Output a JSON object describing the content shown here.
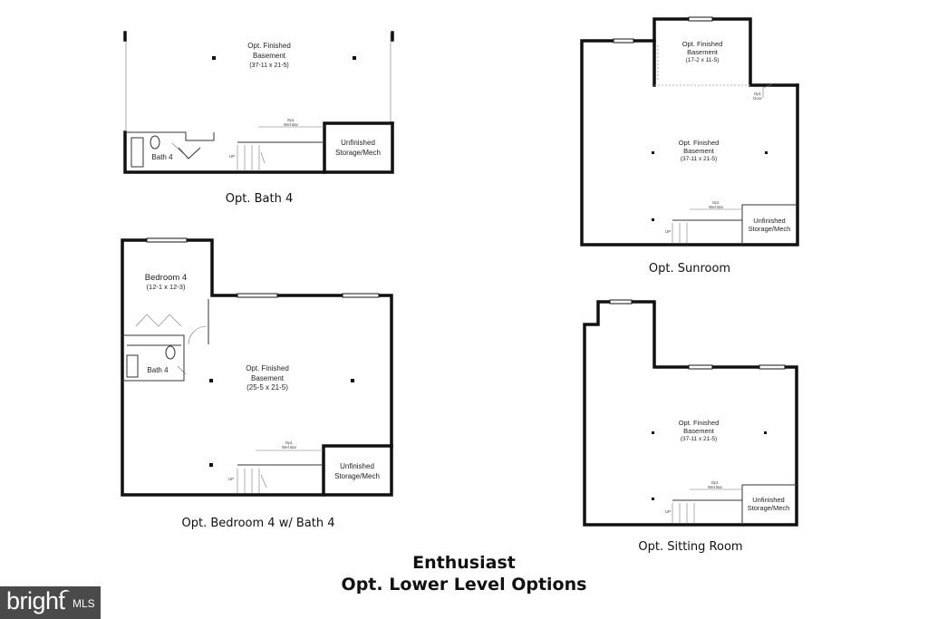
{
  "plans": {
    "bath4": {
      "caption": "Opt. Bath 4",
      "basement": [
        "Opt. Finished",
        "Basement",
        "(37-11 x 21-5)"
      ],
      "bath": "Bath 4",
      "storage": [
        "Unfinished",
        "Storage/Mech"
      ],
      "wet_bar": [
        "Opt.",
        "Wet Bar"
      ],
      "up": "UP"
    },
    "sunroom": {
      "caption": "Opt. Sunroom",
      "sunroom": [
        "Opt. Finished",
        "Basement",
        "(17-2 x 11-5)"
      ],
      "basement": [
        "Opt. Finished",
        "Basement",
        "(37-11 x 21-5)"
      ],
      "storage": [
        "Unfinished",
        "Storage/Mech"
      ],
      "wet_bar": [
        "Opt.",
        "Wet Bar"
      ],
      "door": [
        "Opt.",
        "Door"
      ],
      "up": "UP"
    },
    "bedroom4": {
      "caption": "Opt. Bedroom 4 w/ Bath 4",
      "bedroom": [
        "Bedroom 4",
        "(12-1 x 12-3)"
      ],
      "bath": "Bath 4",
      "basement": [
        "Opt. Finished",
        "Basement",
        "(25-5 x 21-5)"
      ],
      "storage": [
        "Unfinished",
        "Storage/Mech"
      ],
      "wet_bar": [
        "Opt.",
        "Wet Bar"
      ],
      "up": "UP"
    },
    "sitting": {
      "caption": "Opt. Sitting Room",
      "basement": [
        "Opt. Finished",
        "Basement",
        "(37-11 x 21-5)"
      ],
      "storage": [
        "Unfinished",
        "Storage/Mech"
      ],
      "wet_bar": [
        "Opt.",
        "Wet Bar"
      ],
      "up": "UP"
    }
  },
  "title_line1": "Enthusiast",
  "title_line2": "Opt. Lower Level Options",
  "logo": {
    "word": "bright",
    "suffix": "MLS",
    "icon": "bright-sparkle-icon"
  },
  "colors": {
    "ink": "#111111",
    "logo_bg": "#4a4a4a"
  }
}
